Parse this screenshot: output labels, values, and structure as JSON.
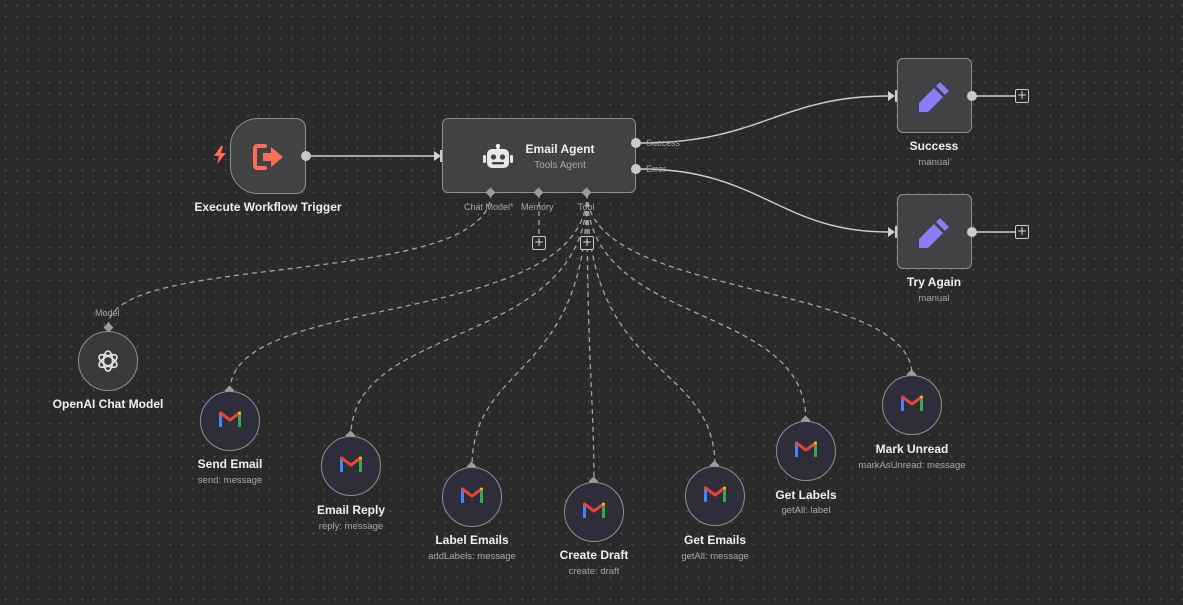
{
  "canvas": {
    "background": "#2a2a2b"
  },
  "trigger": {
    "title": "Execute Workflow Trigger",
    "icon": "sign-out-icon",
    "accent": "#ff6d5a"
  },
  "agent": {
    "title": "Email Agent",
    "subtitle": "Tools Agent",
    "icon": "robot-icon",
    "outputs": {
      "success": "Success",
      "error": "Error"
    },
    "inputs": {
      "chat_model": "Chat Model",
      "required_mark": "*",
      "memory": "Memory",
      "tool": "Tool"
    }
  },
  "success_node": {
    "title": "Success",
    "subtitle": "manual",
    "icon": "pencil-icon"
  },
  "retry_node": {
    "title": "Try Again",
    "subtitle": "manual",
    "icon": "pencil-icon"
  },
  "model_node": {
    "title": "OpenAI Chat Model",
    "port_label": "Model",
    "icon": "openai-icon"
  },
  "tools": [
    {
      "title": "Send Email",
      "subtitle": "send: message"
    },
    {
      "title": "Email Reply",
      "subtitle": "reply: message"
    },
    {
      "title": "Label Emails",
      "subtitle": "addLabels: message"
    },
    {
      "title": "Create Draft",
      "subtitle": "create: draft"
    },
    {
      "title": "Get Emails",
      "subtitle": "getAll: message"
    },
    {
      "title": "Get Labels",
      "subtitle": "getAll: label"
    },
    {
      "title": "Mark Unread",
      "subtitle": "markAsUnread: message"
    }
  ],
  "colors": {
    "pencil": "#8b7bf5",
    "gmail_red": "#ea4335",
    "gmail_blue": "#4285f4",
    "gmail_green": "#34a853",
    "gmail_yellow": "#fbbc04"
  }
}
